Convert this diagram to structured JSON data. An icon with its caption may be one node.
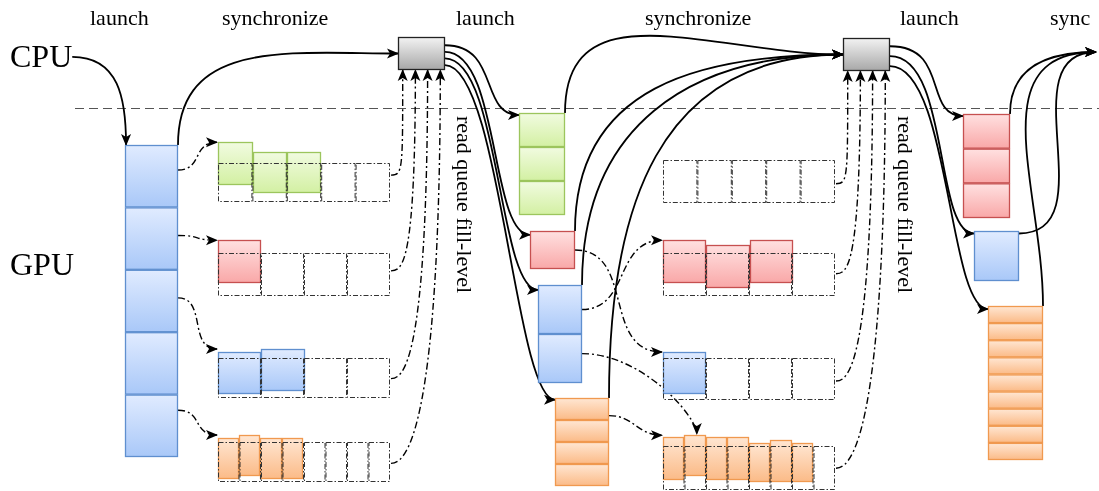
{
  "diagram": {
    "nodes": [
      {
        "text": [
          "CPU"
        ]
      },
      {
        "text": [],
        "shape": "box"
      },
      {
        "text": [],
        "shape": "box"
      },
      {
        "text": [],
        "shape": "box"
      },
      {
        "text": [],
        "shape": "box"
      },
      {
        "text": [],
        "shape": "box"
      },
      {
        "text": [],
        "shape": "box"
      },
      {
        "text": [],
        "shape": "box"
      },
      {
        "text": [],
        "shape": "box"
      },
      {
        "text": [],
        "shape": "box"
      },
      {
        "text": [],
        "shape": "box"
      },
      {
        "text": [],
        "shape": "box"
      },
      {
        "text": [],
        "shape": "box"
      },
      {
        "text": [],
        "shape": "box"
      },
      {
        "text": [],
        "shape": "box"
      },
      {
        "text": [],
        "shape": "box"
      },
      {
        "text": [],
        "shape": "box"
      },
      {
        "text": [],
        "shape": "box"
      },
      {
        "text": [],
        "shape": "box"
      }
    ],
    "edges": [
      {
        "from": 0,
        "to": 1,
        "arrow": "to"
      },
      {
        "from": 1,
        "to": 6,
        "arrow": "to"
      },
      {
        "from": 1,
        "to": 2,
        "arrow": "to",
        "style": "dashed"
      },
      {
        "from": 1,
        "to": 3,
        "arrow": "to",
        "style": "dashed"
      },
      {
        "from": 1,
        "to": 4,
        "arrow": "to",
        "style": "dashed"
      },
      {
        "from": 1,
        "to": 5,
        "arrow": "to",
        "style": "dashed"
      },
      {
        "from": 2,
        "to": 6,
        "arrow": "to",
        "style": "dashed"
      },
      {
        "from": 3,
        "to": 6,
        "arrow": "to",
        "style": "dashed"
      },
      {
        "from": 4,
        "to": 6,
        "arrow": "to",
        "style": "dashed"
      },
      {
        "from": 5,
        "to": 6,
        "arrow": "to",
        "style": "dashed"
      },
      {
        "from": 6,
        "to": 7,
        "arrow": "to"
      },
      {
        "from": 6,
        "to": 8,
        "arrow": "to"
      },
      {
        "from": 6,
        "to": 9,
        "arrow": "to"
      },
      {
        "from": 6,
        "to": 10,
        "arrow": "to"
      },
      {
        "from": 7,
        "to": 15,
        "arrow": "to"
      },
      {
        "from": 8,
        "to": 15,
        "arrow": "to"
      },
      {
        "from": 9,
        "to": 15,
        "arrow": "to"
      },
      {
        "from": 10,
        "to": 15,
        "arrow": "to"
      },
      {
        "from": 8,
        "to": 13,
        "arrow": "to",
        "style": "dashed"
      },
      {
        "from": 9,
        "to": 12,
        "arrow": "to",
        "style": "dashed"
      },
      {
        "from": 9,
        "to": 14,
        "arrow": "to",
        "style": "dashed"
      },
      {
        "from": 10,
        "to": 14,
        "arrow": "to",
        "style": "dashed"
      },
      {
        "from": 11,
        "to": 15,
        "arrow": "to",
        "style": "dashed"
      },
      {
        "from": 12,
        "to": 15,
        "arrow": "to",
        "style": "dashed"
      },
      {
        "from": 13,
        "to": 15,
        "arrow": "to",
        "style": "dashed"
      },
      {
        "from": 14,
        "to": 15,
        "arrow": "to",
        "style": "dashed"
      },
      {
        "from": 15,
        "to": 16,
        "arrow": "to"
      },
      {
        "from": 15,
        "to": 17,
        "arrow": "to"
      },
      {
        "from": 15,
        "to": 18,
        "arrow": "to"
      },
      {
        "from": 16,
        "to": null,
        "arrow": "to"
      },
      {
        "from": 17,
        "to": null,
        "arrow": "to"
      },
      {
        "from": 18,
        "to": null,
        "arrow": "to"
      }
    ],
    "labels": [
      "launch",
      "synchronize",
      "launch",
      "synchronize",
      "launch",
      "sync",
      "GPU",
      "read queue fill-level",
      "read queue fill-level"
    ]
  }
}
